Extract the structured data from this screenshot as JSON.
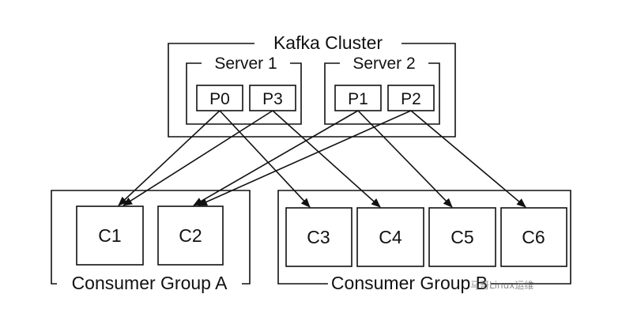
{
  "cluster": {
    "title": "Kafka Cluster",
    "servers": [
      {
        "label": "Server 1",
        "partitions": [
          "P0",
          "P3"
        ]
      },
      {
        "label": "Server 2",
        "partitions": [
          "P1",
          "P2"
        ]
      }
    ]
  },
  "groups": [
    {
      "label": "Consumer Group A",
      "consumers": [
        "C1",
        "C2"
      ]
    },
    {
      "label": "Consumer Group B",
      "consumers": [
        "C3",
        "C4",
        "C5",
        "C6"
      ]
    }
  ],
  "assignments": [
    {
      "from": "P0",
      "to": [
        "C1",
        "C3"
      ]
    },
    {
      "from": "P3",
      "to": [
        "C1",
        "C4"
      ]
    },
    {
      "from": "P1",
      "to": [
        "C2",
        "C5"
      ]
    },
    {
      "from": "P2",
      "to": [
        "C2",
        "C6"
      ]
    }
  ],
  "watermark": "马哥Linux运维"
}
